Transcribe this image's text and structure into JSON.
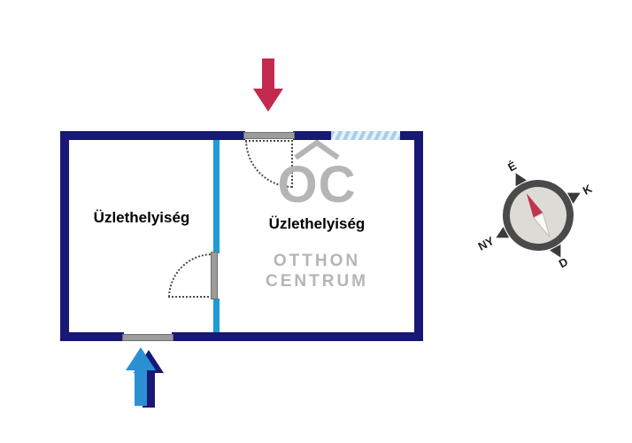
{
  "floor_plan": {
    "rooms": [
      {
        "label": "Üzlethelyiség"
      },
      {
        "label": "Üzlethelyiség"
      }
    ],
    "watermark": {
      "logo": "OC",
      "name_line1": "OTTHON",
      "name_line2": "CENTRUM"
    },
    "compass": {
      "north_label": "É",
      "east_label": "K",
      "south_label": "D",
      "west_label": "NY",
      "rotation_deg": -28
    },
    "colors": {
      "wall": "#181875",
      "partition": "#1f9bd5",
      "window_fill": "#a9cde9",
      "entrance_arrow_top": "#c4294e",
      "entrance_arrow_bottom_front": "#2a90d3",
      "entrance_arrow_bottom_back": "#181875",
      "door_leaf": "#9c9c9c",
      "door_arc": "#4a4a4a",
      "watermark_gray": "#b5b5b5",
      "compass_ring": "#4a4a4a",
      "compass_face": "#dcdbd6",
      "compass_needle_north": "#c0344e"
    }
  }
}
